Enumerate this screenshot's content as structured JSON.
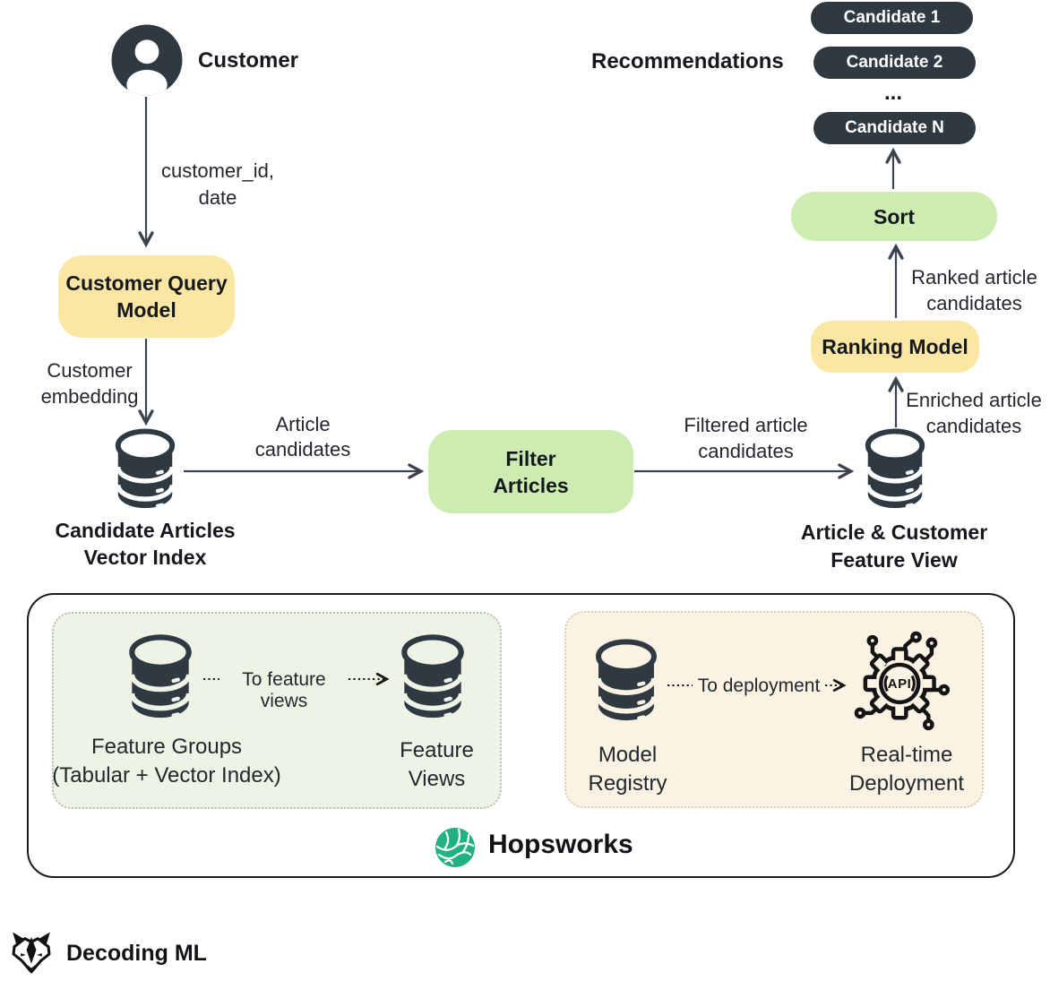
{
  "colors": {
    "dark_slate": "#2e3942",
    "pill_dark": "#2f3942",
    "node_yellow": "#fbe6a3",
    "node_green": "#ccecb2",
    "panel_green": "#edf4e6",
    "panel_cream": "#faf3e3",
    "hopsworks_green": "#21b182",
    "arrow": "#3a444e"
  },
  "top": {
    "customer": "Customer",
    "customer_input": [
      "customer_id,",
      "date"
    ],
    "query_model": [
      "Customer Query",
      "Model"
    ],
    "customer_embedding": [
      "Customer",
      "embedding"
    ],
    "vector_index": [
      "Candidate Articles",
      "Vector Index"
    ],
    "article_candidates": [
      "Article",
      "candidates"
    ],
    "filter_articles": [
      "Filter",
      "Articles"
    ],
    "filtered_candidates": [
      "Filtered article",
      "candidates"
    ],
    "feature_view": [
      "Article & Customer",
      "Feature View"
    ],
    "enriched_candidates": [
      "Enriched article",
      "candidates"
    ],
    "ranking_model": "Ranking Model",
    "ranked_candidates": [
      "Ranked article",
      "candidates"
    ],
    "sort": "Sort",
    "recommendations": "Recommendations",
    "candidates": [
      "Candidate 1",
      "Candidate 2",
      "Candidate N"
    ],
    "ellipsis": "..."
  },
  "hopsworks": {
    "feature_groups": [
      "Feature Groups",
      "(Tabular + Vector Index)"
    ],
    "to_feature_views": "To feature views",
    "feature_views": [
      "Feature",
      "Views"
    ],
    "model_registry": [
      "Model",
      "Registry"
    ],
    "to_deployment": "To deployment",
    "realtime_deployment": [
      "Real-time",
      "Deployment"
    ],
    "api": "API",
    "brand": "Hopsworks"
  },
  "footer": {
    "brand": "Decoding ML"
  }
}
